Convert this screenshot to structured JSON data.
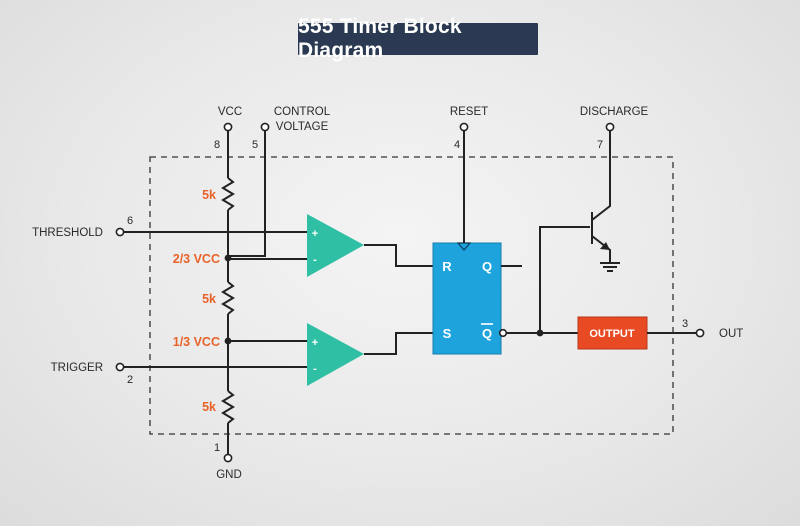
{
  "title": "555 Timer Block Diagram",
  "labels": {
    "vcc": "VCC",
    "control_voltage_line1": "CONTROL",
    "control_voltage_line2": "VOLTAGE",
    "reset": "RESET",
    "discharge": "DISCHARGE",
    "threshold": "THRESHOLD",
    "trigger": "TRIGGER",
    "gnd": "GND",
    "out": "OUT"
  },
  "pins": {
    "vcc": "8",
    "control_voltage": "5",
    "reset": "4",
    "discharge": "7",
    "threshold": "6",
    "trigger": "2",
    "gnd": "1",
    "out": "3"
  },
  "resistors": [
    "5k",
    "5k",
    "5k"
  ],
  "voltages": {
    "upper_ref": "2/3 VCC",
    "lower_ref": "1/3 VCC"
  },
  "flipflop": {
    "r": "R",
    "s": "S",
    "q": "Q",
    "qbar": "Q"
  },
  "comparator_signs": {
    "plus": "+",
    "minus": "-"
  },
  "output_block": "OUTPUT",
  "colors": {
    "title_bg": "#2b3a52",
    "flipflop": "#1ea3dc",
    "comparator": "#2fbfa4",
    "output_block": "#e84a24",
    "resistor_label": "#e8632a"
  }
}
